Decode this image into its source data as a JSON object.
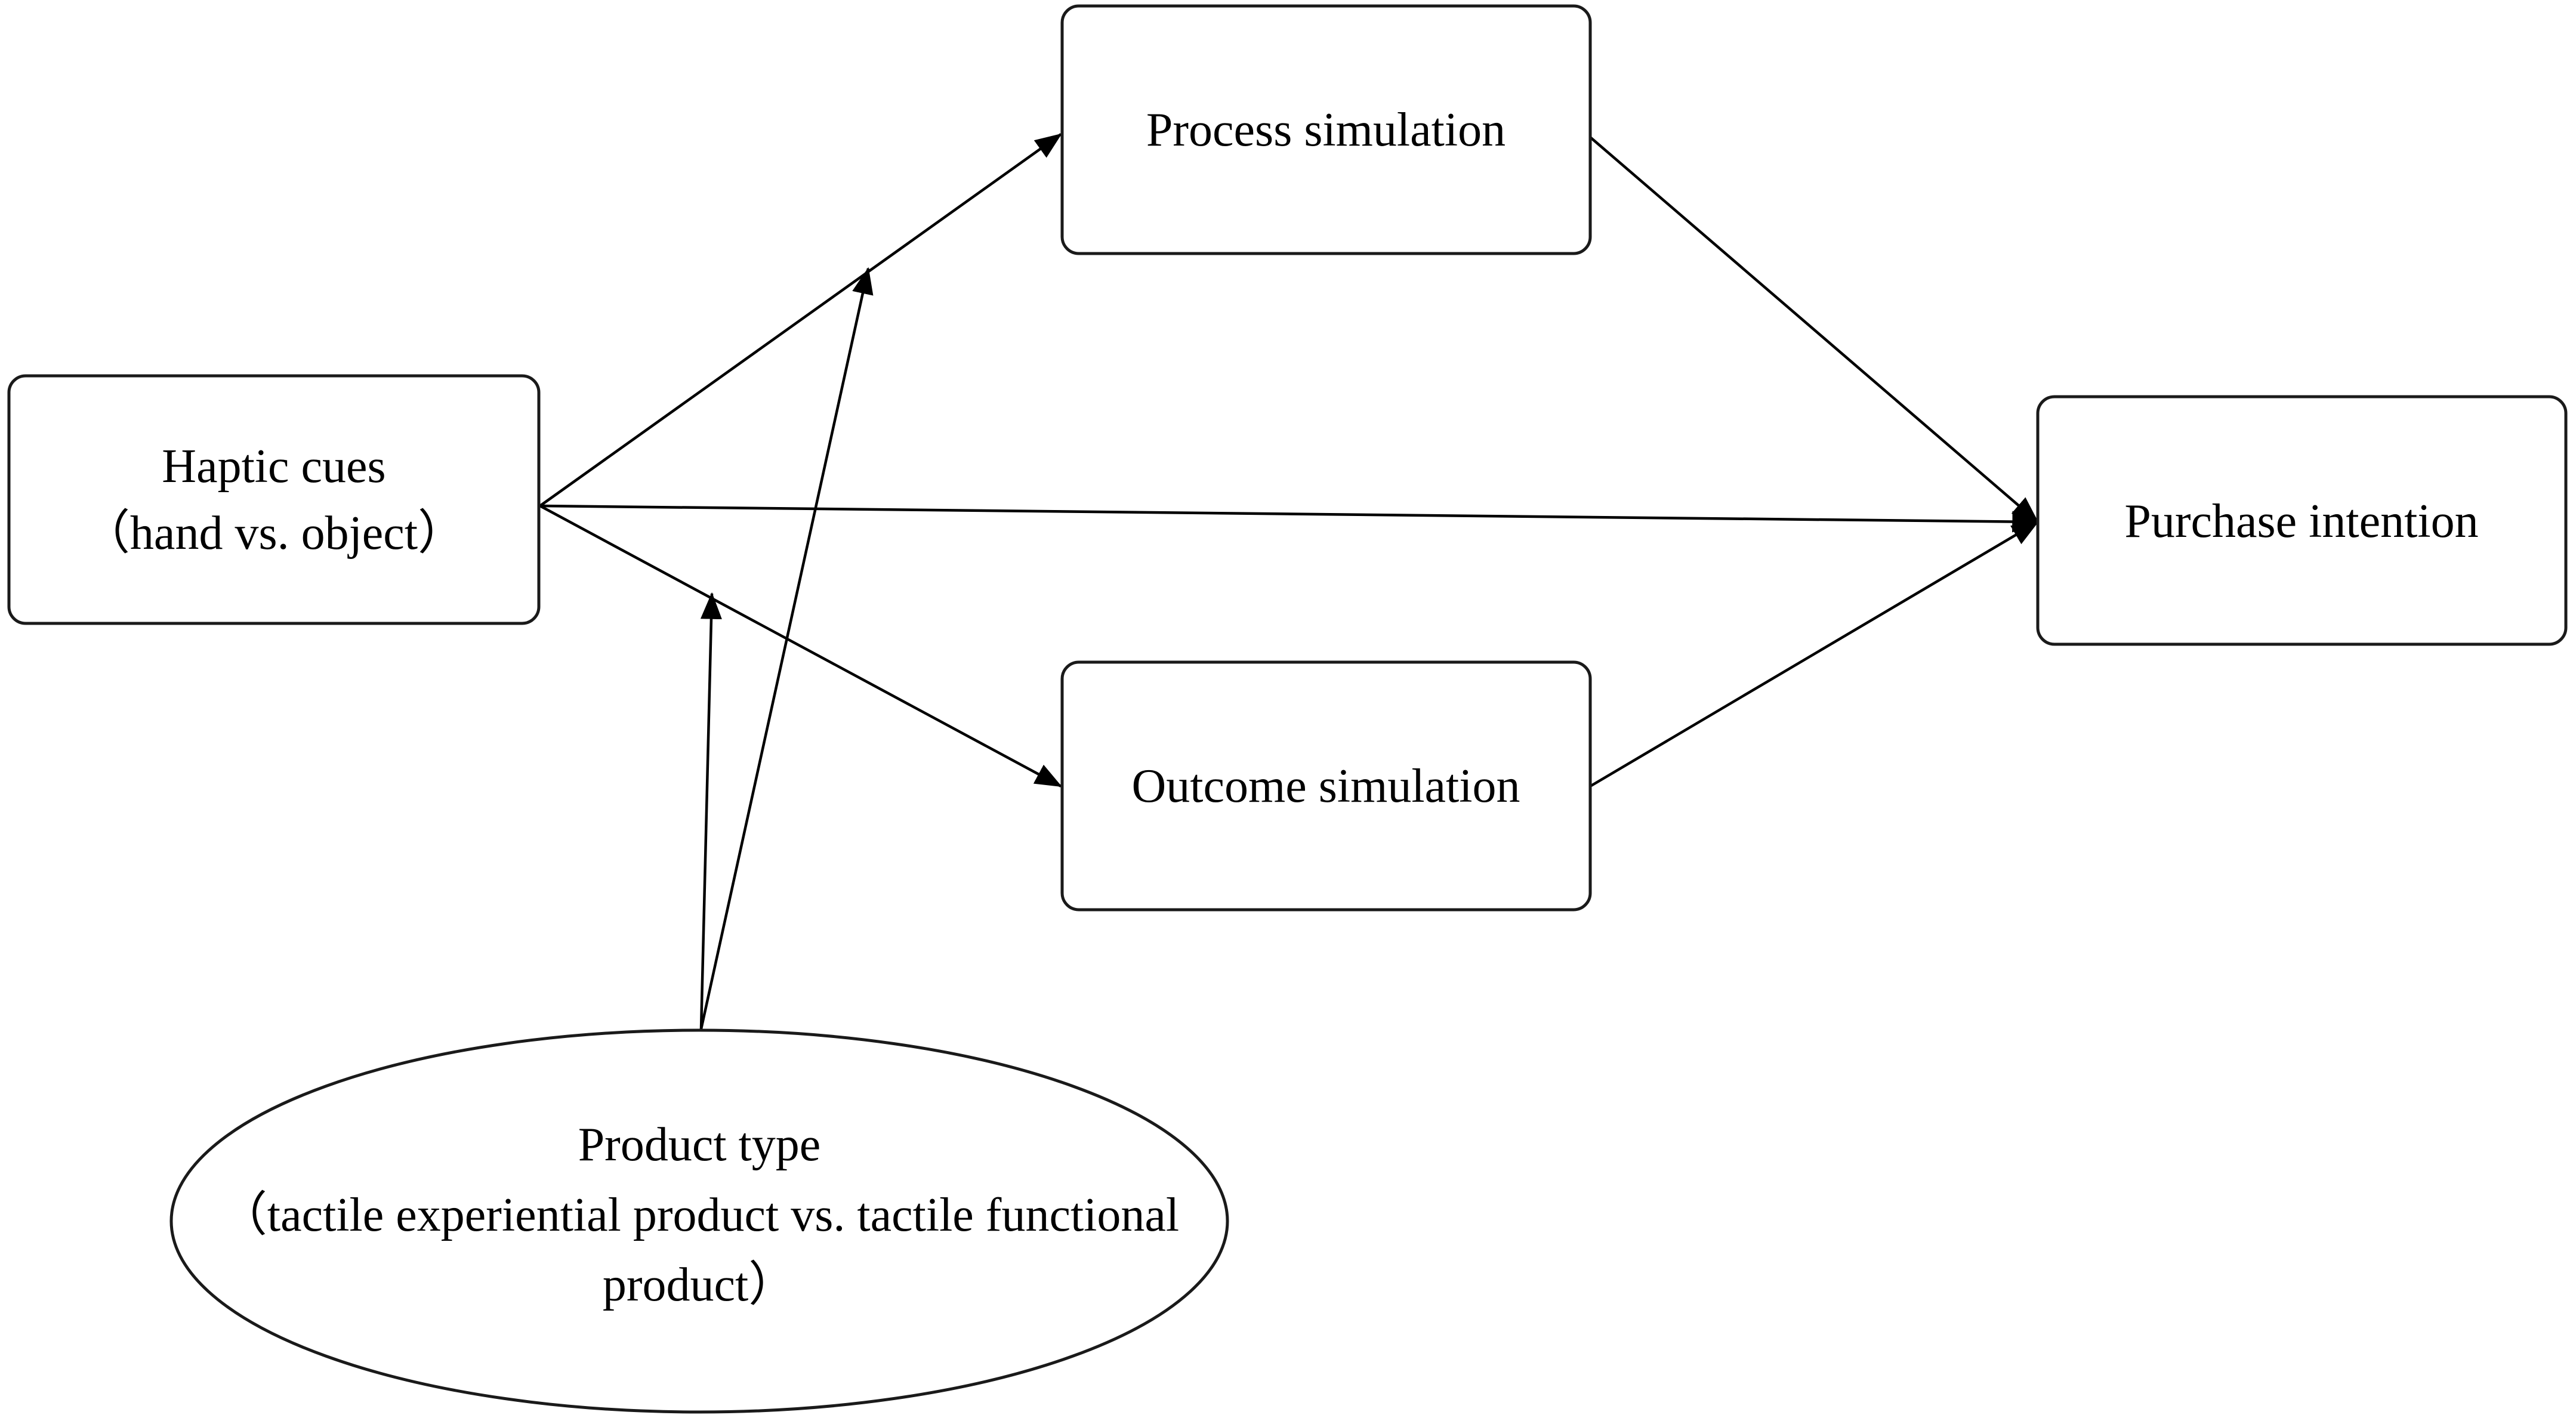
{
  "nodes": {
    "haptic_cues": {
      "line1": "Haptic cues",
      "line2": "（hand vs. object）"
    },
    "process_simulation": {
      "label": "Process simulation"
    },
    "outcome_simulation": {
      "label": "Outcome simulation"
    },
    "purchase_intention": {
      "label": "Purchase intention"
    },
    "product_type": {
      "line1": "Product type",
      "line2": "（tactile experiential product vs. tactile functional",
      "line3": "product）"
    }
  },
  "edges": [
    {
      "from": "haptic_cues",
      "to": "process_simulation"
    },
    {
      "from": "haptic_cues",
      "to": "purchase_intention"
    },
    {
      "from": "haptic_cues",
      "to": "outcome_simulation"
    },
    {
      "from": "process_simulation",
      "to": "purchase_intention"
    },
    {
      "from": "outcome_simulation",
      "to": "purchase_intention"
    },
    {
      "from": "product_type",
      "to": "path haptic_cues → process_simulation"
    },
    {
      "from": "product_type",
      "to": "path haptic_cues → outcome_simulation"
    }
  ],
  "colors": {
    "line": "#000000",
    "box_fill": "#ffffff",
    "box_stroke": "#1a1a1a"
  }
}
